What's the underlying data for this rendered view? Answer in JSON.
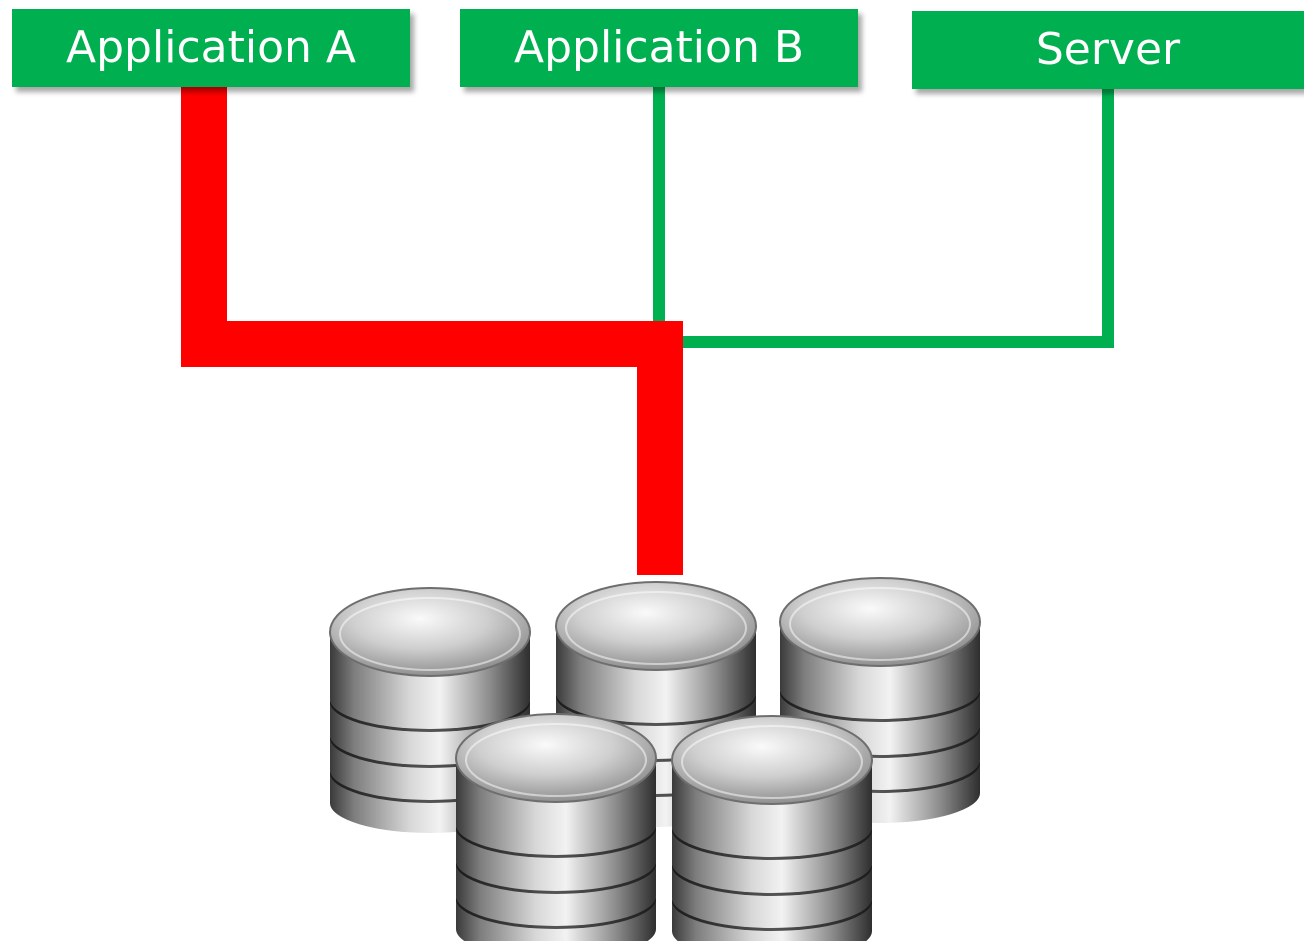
{
  "nodes": {
    "application_a": {
      "label": "Application A"
    },
    "application_b": {
      "label": "Application B"
    },
    "server": {
      "label": "Server"
    }
  },
  "connections": [
    {
      "from": "Application A",
      "to": "database",
      "color": "#ff0000",
      "style": "thick"
    },
    {
      "from": "Application B",
      "to": "database",
      "color": "#00b050",
      "style": "thin"
    },
    {
      "from": "Server",
      "to": "database",
      "color": "#00b050",
      "style": "thin"
    }
  ],
  "colors": {
    "node_fill": "#00b050",
    "node_text": "#ffffff",
    "active_link": "#ff0000",
    "idle_link": "#00b050"
  },
  "database_cluster": {
    "icon": "database-icon",
    "count": 5
  }
}
